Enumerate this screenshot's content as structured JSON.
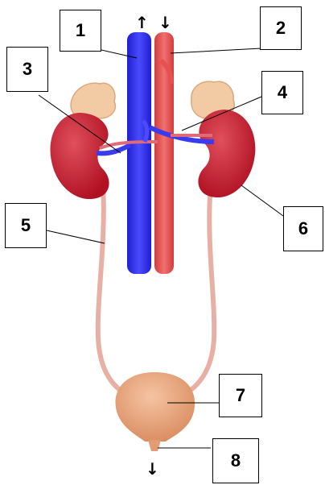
{
  "colors": {
    "vein": "#2f2ff0",
    "artery": "#e84f4f",
    "kidney": "#c4182a",
    "kidney_highlight": "#e0505c",
    "adrenal": "#f2caa4",
    "ureter": "#e8b0a4",
    "bladder": "#e29b72"
  },
  "labels": [
    "1",
    "2",
    "3",
    "4",
    "5",
    "6",
    "7",
    "8"
  ],
  "flow_arrows": {
    "vein_up": "↑",
    "artery_down": "↓",
    "urethra_down": "↓"
  }
}
